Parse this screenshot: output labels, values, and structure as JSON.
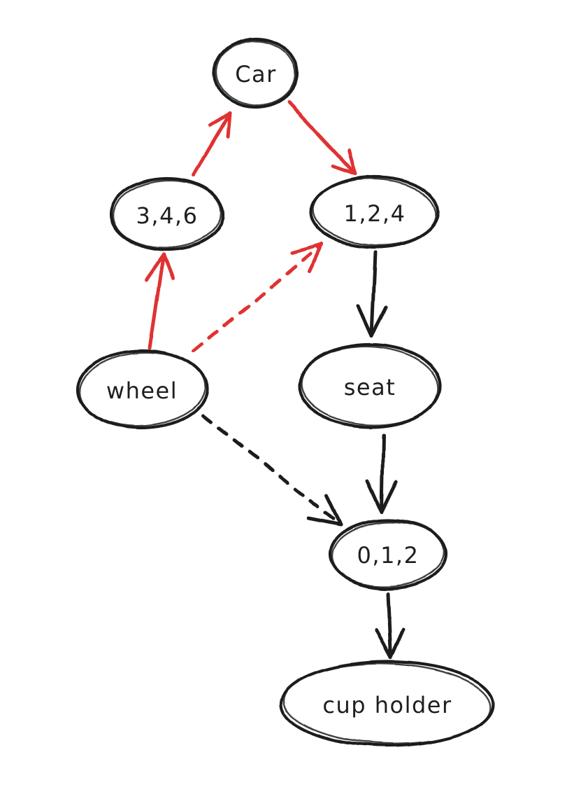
{
  "diagram": {
    "canvas_background": "#ffffff",
    "colors": {
      "node_stroke": "#1e1e1e",
      "text": "#1e1e1e",
      "highlight_edge": "#e03131",
      "normal_edge": "#1e1e1e"
    },
    "nodes": {
      "car": {
        "label": "Car"
      },
      "set_346": {
        "label": "3,4,6"
      },
      "set_124": {
        "label": "1,2,4"
      },
      "wheel": {
        "label": "wheel"
      },
      "seat": {
        "label": "seat"
      },
      "set_012": {
        "label": "0,1,2"
      },
      "cup_holder": {
        "label": "cup holder"
      }
    },
    "edges": [
      {
        "from": "3,4,6",
        "to": "Car",
        "color": "#e03131",
        "style": "solid",
        "arrowhead": "arrow"
      },
      {
        "from": "Car",
        "to": "1,2,4",
        "color": "#e03131",
        "style": "solid",
        "arrowhead": "arrow"
      },
      {
        "from": "wheel",
        "to": "3,4,6",
        "color": "#e03131",
        "style": "solid",
        "arrowhead": "arrow"
      },
      {
        "from": "wheel",
        "to": "1,2,4",
        "color": "#e03131",
        "style": "dashed",
        "arrowhead": "arrow"
      },
      {
        "from": "1,2,4",
        "to": "seat",
        "color": "#1e1e1e",
        "style": "solid",
        "arrowhead": "arrow"
      },
      {
        "from": "wheel",
        "to": "0,1,2",
        "color": "#1e1e1e",
        "style": "dashed",
        "arrowhead": "arrow"
      },
      {
        "from": "seat",
        "to": "0,1,2",
        "color": "#1e1e1e",
        "style": "solid",
        "arrowhead": "arrow"
      },
      {
        "from": "0,1,2",
        "to": "cup holder",
        "color": "#1e1e1e",
        "style": "solid",
        "arrowhead": "arrow"
      }
    ]
  }
}
